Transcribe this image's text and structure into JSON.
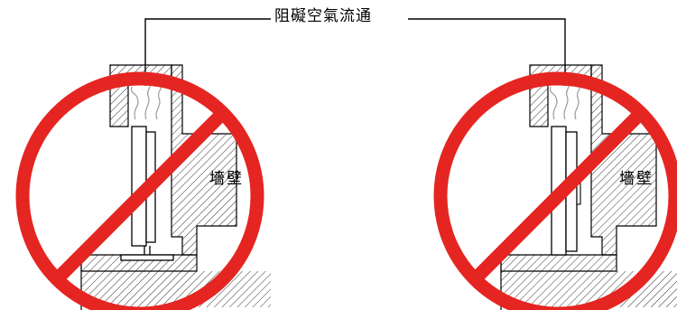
{
  "caption": "阻礙空氣流通",
  "left_panel": {
    "wall_label": "墻壁"
  },
  "right_panel": {
    "wall_label": "墻壁"
  },
  "colors": {
    "prohibit": "#e52521",
    "line": "#000000",
    "hatch": "#1a1a1a",
    "background": "#ffffff"
  },
  "icons": [
    "prohibition-sign-icon",
    "heat-vapor-icon",
    "tv-icon",
    "wall-icon"
  ]
}
